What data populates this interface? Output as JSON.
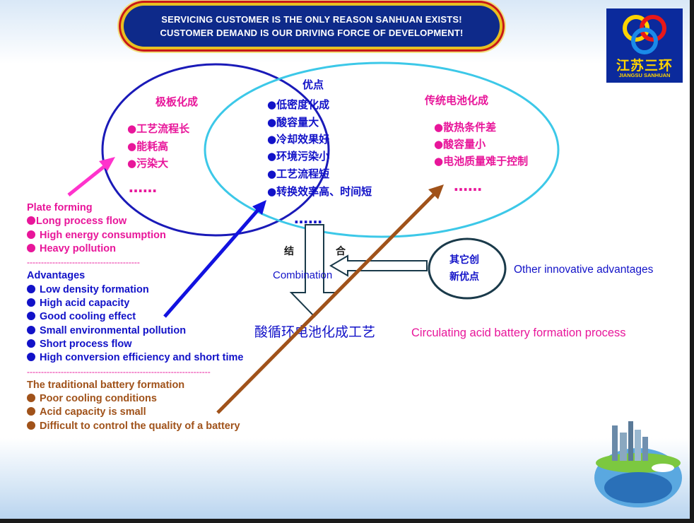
{
  "banner": {
    "line1": "SERVICING CUSTOMER IS THE ONLY REASON  SANHUAN EXISTS!",
    "line2": "CUSTOMER DEMAND IS OUR DRIVING FORCE OF DEVELOPMENT!"
  },
  "logo": {
    "cn": "江苏三环",
    "en": "JIANGSU SANHUAN"
  },
  "diagram": {
    "left_title": "极板化成",
    "left_items": [
      "●工艺流程长",
      "●能耗高",
      "●污染大"
    ],
    "left_ellipsis": "……",
    "center_title": "优点",
    "center_items": [
      "●低密度化成",
      "●酸容量大",
      "●冷却效果好",
      "●环境污染小",
      "●工艺流程短",
      "●转换效率高、时间短"
    ],
    "center_ellipsis": "……",
    "right_title": "传统电池化成",
    "right_items": [
      "●散热条件差",
      "●酸容量小",
      "●电池质量难于控制"
    ],
    "right_ellipsis": "……",
    "combine_left": "结",
    "combine_right": "合",
    "combination_en": "Combination",
    "other_cn_line1": "其它创",
    "other_cn_line2": "新优点",
    "other_en": "Other innovative advantages",
    "result_cn": "酸循环电池化成工艺",
    "result_en": "Circulating acid battery formation process"
  },
  "left_list": {
    "plate_title": "Plate forming",
    "plate_items": [
      "Long process flow",
      "High energy consumption",
      "Heavy pollution"
    ],
    "sep1": "----------------------------------------",
    "adv_title": "Advantages",
    "adv_items": [
      "Low density formation",
      "High acid capacity",
      "Good cooling effect",
      "Small environmental pollution",
      "Short process flow",
      "High conversion efficiency and short time"
    ],
    "sep2": "-----------------------------------------------------------------",
    "trad_title": "The traditional battery formation",
    "trad_items": [
      "Poor cooling conditions",
      "Acid capacity is small",
      "Difficult to control the quality of a battery"
    ]
  },
  "colors": {
    "pink": "#e8169a",
    "blue": "#1212c8",
    "brown": "#a0521a",
    "left_ellipse": "#1a1ab8",
    "right_ellipse": "#3cc8e8",
    "banner_bg": "#0e2a8a",
    "logo_bg": "#0b2a9c"
  },
  "icons": [
    "three-rings-logo-icon",
    "globe-city-icon"
  ]
}
